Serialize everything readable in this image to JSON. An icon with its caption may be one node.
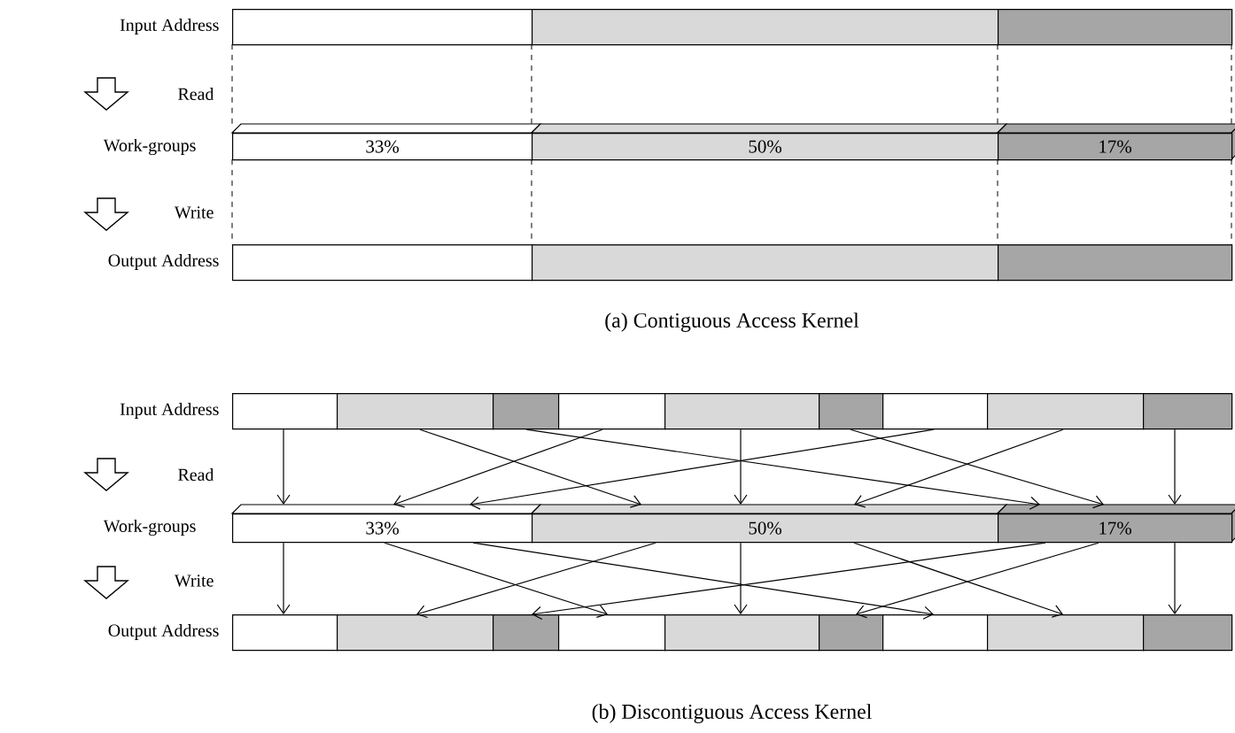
{
  "diagram": {
    "nodes": [
      {
        "text": [],
        "shape": "bar"
      },
      {
        "text": [],
        "shape": "bar"
      },
      {
        "text": [],
        "shape": "bar"
      },
      {
        "text": [
          "33%"
        ]
      },
      {
        "text": [
          "50%"
        ]
      },
      {
        "text": [
          "17%"
        ]
      },
      {
        "text": [],
        "shape": "bar"
      },
      {
        "text": [],
        "shape": "bar"
      },
      {
        "text": [],
        "shape": "bar"
      },
      {
        "text": [],
        "shape": "bar"
      },
      {
        "text": [],
        "shape": "bar"
      },
      {
        "text": [],
        "shape": "bar"
      },
      {
        "text": [],
        "shape": "bar"
      },
      {
        "text": [],
        "shape": "bar"
      },
      {
        "text": [],
        "shape": "bar"
      },
      {
        "text": [],
        "shape": "bar"
      },
      {
        "text": [],
        "shape": "bar"
      },
      {
        "text": [],
        "shape": "bar"
      },
      {
        "text": [
          "33%"
        ]
      },
      {
        "text": [
          "50%"
        ]
      },
      {
        "text": [
          "17%"
        ]
      },
      {
        "text": [],
        "shape": "bar"
      },
      {
        "text": [],
        "shape": "bar"
      },
      {
        "text": [],
        "shape": "bar"
      },
      {
        "text": [],
        "shape": "bar"
      },
      {
        "text": [],
        "shape": "bar"
      },
      {
        "text": [],
        "shape": "bar"
      },
      {
        "text": [],
        "shape": "bar"
      },
      {
        "text": [],
        "shape": "bar"
      },
      {
        "text": [],
        "shape": "bar"
      }
    ],
    "edges": [
      {
        "from": 9,
        "to": 18,
        "arrow": "to"
      },
      {
        "from": 10,
        "to": 19,
        "arrow": "to"
      },
      {
        "from": 11,
        "to": 20,
        "arrow": "to"
      },
      {
        "from": 12,
        "to": 18,
        "arrow": "to"
      },
      {
        "from": 13,
        "to": 19,
        "arrow": "to"
      },
      {
        "from": 14,
        "to": 20,
        "arrow": "to"
      },
      {
        "from": 15,
        "to": 18,
        "arrow": "to"
      },
      {
        "from": 16,
        "to": 19,
        "arrow": "to"
      },
      {
        "from": 17,
        "to": 20,
        "arrow": "to"
      },
      {
        "from": 18,
        "to": 21,
        "arrow": "to"
      },
      {
        "from": 18,
        "to": 24,
        "arrow": "to"
      },
      {
        "from": 18,
        "to": 27,
        "arrow": "to"
      },
      {
        "from": 19,
        "to": 22,
        "arrow": "to"
      },
      {
        "from": 19,
        "to": 25,
        "arrow": "to"
      },
      {
        "from": 19,
        "to": 28,
        "arrow": "to"
      },
      {
        "from": 20,
        "to": 23,
        "arrow": "to"
      },
      {
        "from": 20,
        "to": 26,
        "arrow": "to"
      },
      {
        "from": 20,
        "to": 29,
        "arrow": "to"
      }
    ],
    "labels": [
      "Input Address",
      "Read",
      "Work-groups",
      "Write",
      "Output Address",
      "(a) Contiguous Access Kernel",
      "Input Address",
      "Read",
      "Work-groups",
      "Write",
      "Output Address",
      "(b) Discontiguous Access Kernel"
    ]
  }
}
